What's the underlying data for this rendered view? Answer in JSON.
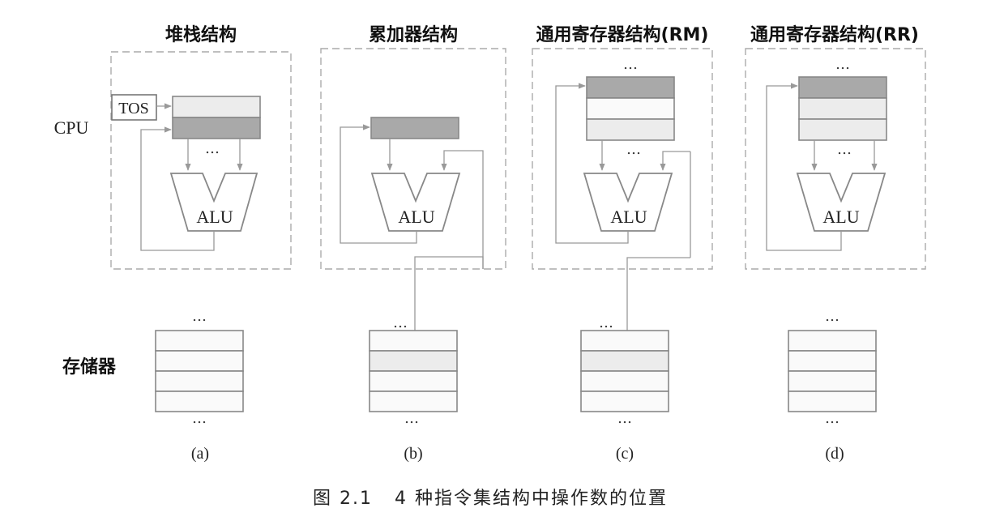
{
  "columns": [
    {
      "title": "堆栈结构",
      "sub": "(a)"
    },
    {
      "title": "累加器结构",
      "sub": "(b)"
    },
    {
      "title": "通用寄存器结构(RM)",
      "sub": "(c)"
    },
    {
      "title": "通用寄存器结构(RR)",
      "sub": "(d)"
    }
  ],
  "labels": {
    "cpu": "CPU",
    "memory": "存储器",
    "tos": "TOS",
    "alu": "ALU",
    "ellipsis": "…"
  },
  "caption": "图 2.1   4 种指令集结构中操作数的位置"
}
